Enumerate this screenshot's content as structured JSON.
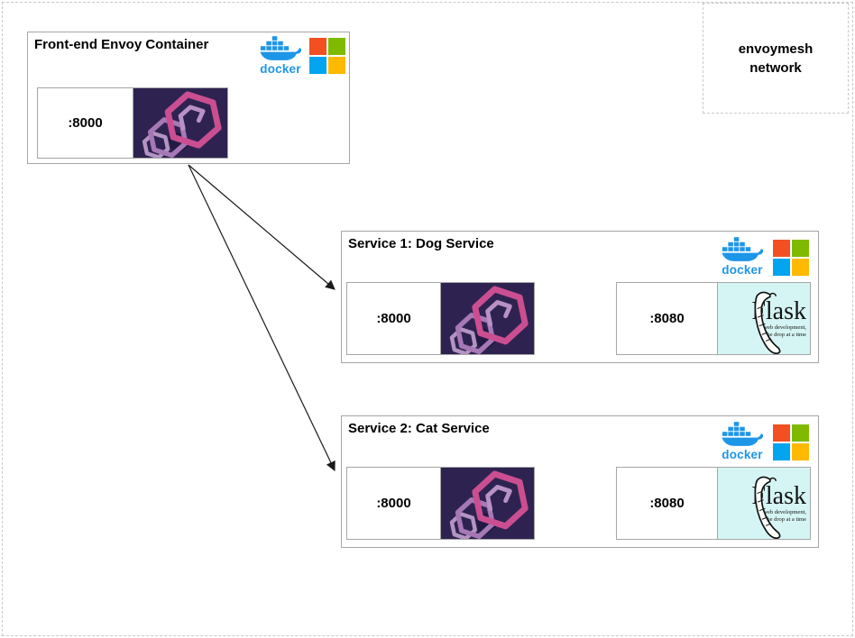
{
  "diagram": {
    "frontend": {
      "title": "Front-end Envoy Container",
      "port_label": ":8000",
      "docker_label": "docker"
    },
    "network": {
      "line1": "envoymesh",
      "line2": "network"
    },
    "services": [
      {
        "title": "Service 1: Dog Service",
        "envoy_port_label": ":8000",
        "app_port_label": ":8080",
        "docker_label": "docker",
        "flask_name": "Flask",
        "flask_tagline_line1": "web development,",
        "flask_tagline_line2": "one drop at a time"
      },
      {
        "title": "Service 2: Cat Service",
        "envoy_port_label": ":8000",
        "app_port_label": ":8080",
        "docker_label": "docker",
        "flask_name": "Flask",
        "flask_tagline_line1": "web development,",
        "flask_tagline_line2": "one drop at a time"
      }
    ]
  },
  "icons": {
    "docker_whale": "docker-whale-icon",
    "microsoft_squares": "microsoft-logo-icon",
    "envoy_hexagons": "envoy-logo-icon",
    "flask_horn": "flask-horn-icon"
  },
  "colors": {
    "docker_blue": "#1e96e8",
    "ms_red": "#f25022",
    "ms_green": "#7fba00",
    "ms_blue": "#00a4ef",
    "ms_yellow": "#ffb900",
    "envoy_background": "#2e2350",
    "envoy_pink": "#cb4e91",
    "envoy_mauve": "#b991c6",
    "envoy_purple": "#a678b5",
    "flask_background": "#d5f5f4",
    "box_border": "#a6a6a6",
    "canvas_dash_border": "#c9c9c9",
    "arrow": "#1a1a1a"
  }
}
